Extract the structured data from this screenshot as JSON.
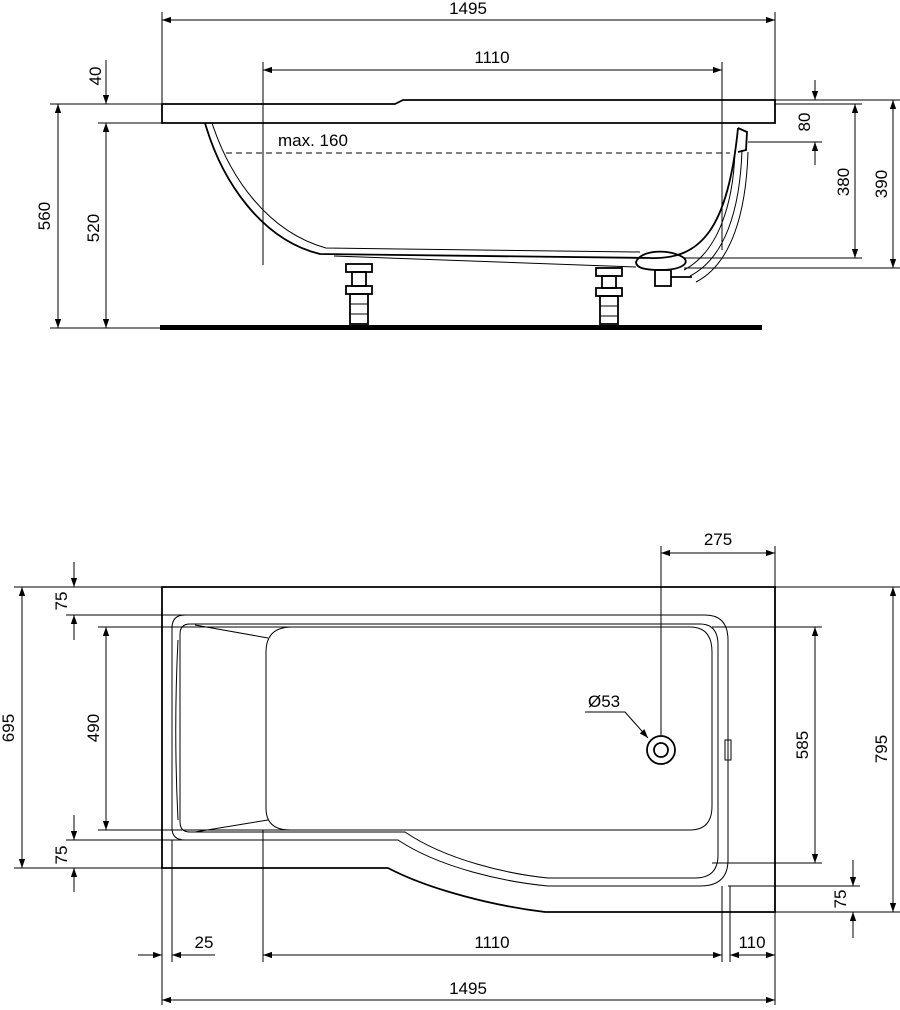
{
  "side_view": {
    "overall_length": "1495",
    "inner_length": "1110",
    "rim_thickness": "40",
    "max_fill_label": "max. 160",
    "total_height": "560",
    "rim_height": "520",
    "overflow_drop": "80",
    "waste_height_inner": "380",
    "waste_height_outer": "390"
  },
  "top_view": {
    "waste_offset": "275",
    "rim_top_width": "75",
    "rim_bottom_width": "75",
    "narrow_width": "695",
    "inner_width_narrow": "490",
    "waste_diameter": "Ø53",
    "inner_width_wide": "585",
    "total_width": "795",
    "rim_right_width": "75",
    "left_offset": "25",
    "inner_length": "1110",
    "right_offset": "110",
    "overall_length": "1495"
  },
  "colors": {
    "line": "#000000",
    "background": "#ffffff"
  }
}
